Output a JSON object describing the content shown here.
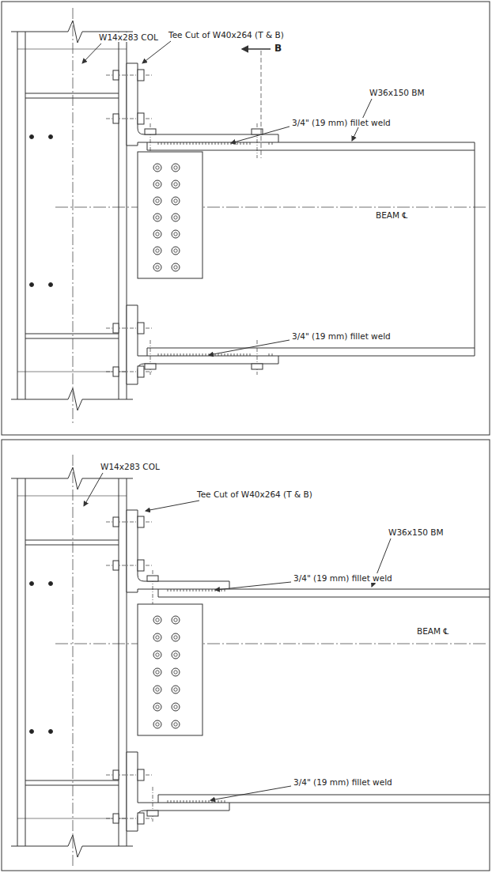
{
  "diagram": {
    "labels": [
      "W14x283 COL",
      "Tee Cut of W40x264 (T & B)",
      "B",
      "W36x150 BM",
      "3/4\" (19 mm) fillet weld",
      "BEAM ℄",
      "3/4\" (19 mm) fillet weld",
      "W14x283 COL",
      "Tee Cut of W40x264 (T & B)",
      "W36x150 BM",
      "3/4\" (19 mm) fillet weld",
      "BEAM ℄",
      "3/4\" (19 mm) fillet weld"
    ]
  }
}
